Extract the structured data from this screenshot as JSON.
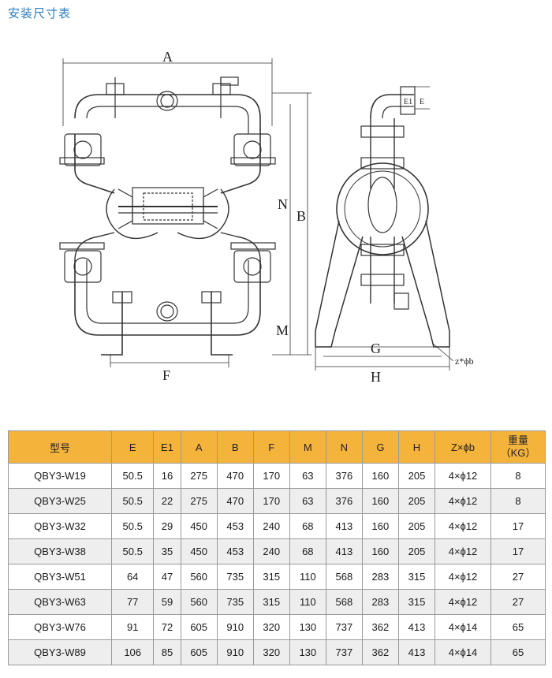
{
  "title": "安装尺寸表",
  "drawing": {
    "labels": {
      "A": "A",
      "B": "B",
      "N": "N",
      "M": "M",
      "F": "F",
      "G": "G",
      "H": "H",
      "E1": "E1",
      "E": "E",
      "zb": "z*ϕb"
    }
  },
  "table": {
    "headers": [
      "型号",
      "E",
      "E1",
      "A",
      "B",
      "F",
      "M",
      "N",
      "G",
      "H",
      "Z×ϕb",
      "重量",
      "（KG）"
    ],
    "rows": [
      [
        "QBY3-W19",
        "50.5",
        "16",
        "275",
        "470",
        "170",
        "63",
        "376",
        "160",
        "205",
        "4×ϕ12",
        "8"
      ],
      [
        "QBY3-W25",
        "50.5",
        "22",
        "275",
        "470",
        "170",
        "63",
        "376",
        "160",
        "205",
        "4×ϕ12",
        "8"
      ],
      [
        "QBY3-W32",
        "50.5",
        "29",
        "450",
        "453",
        "240",
        "68",
        "413",
        "160",
        "205",
        "4×ϕ12",
        "17"
      ],
      [
        "QBY3-W38",
        "50.5",
        "35",
        "450",
        "453",
        "240",
        "68",
        "413",
        "160",
        "205",
        "4×ϕ12",
        "17"
      ],
      [
        "QBY3-W51",
        "64",
        "47",
        "560",
        "735",
        "315",
        "110",
        "568",
        "283",
        "315",
        "4×ϕ12",
        "27"
      ],
      [
        "QBY3-W63",
        "77",
        "59",
        "560",
        "735",
        "315",
        "110",
        "568",
        "283",
        "315",
        "4×ϕ12",
        "27"
      ],
      [
        "QBY3-W76",
        "91",
        "72",
        "605",
        "910",
        "320",
        "130",
        "737",
        "362",
        "413",
        "4×ϕ14",
        "65"
      ],
      [
        "QBY3-W89",
        "106",
        "85",
        "605",
        "910",
        "320",
        "130",
        "737",
        "362",
        "413",
        "4×ϕ14",
        "65"
      ]
    ]
  }
}
